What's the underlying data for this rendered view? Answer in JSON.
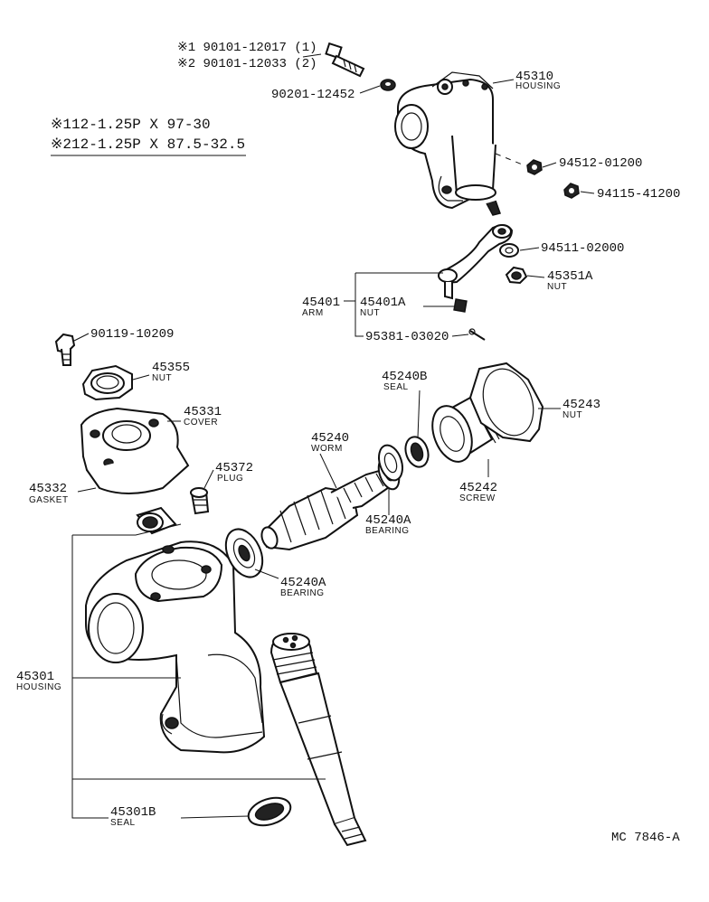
{
  "notes": {
    "bolt_line1": "※1 90101-12017 (1)",
    "bolt_line2": "※2 90101-12033 (2)",
    "spec1": "※112-1.25P X 97-30",
    "spec2": "※212-1.25P X 87.5-32.5"
  },
  "labels": {
    "p90201": "90201-12452",
    "p45310": "45310",
    "p45310_sub": "HOUSING",
    "p94512": "94512-01200",
    "p94115": "94115-41200",
    "p94511": "94511-02000",
    "p45351A": "45351A",
    "p45351A_sub": "NUT",
    "p45401": "45401",
    "p45401_sub": "ARM",
    "p45401A": "45401A",
    "p45401A_sub": "NUT",
    "p95381": "95381-03020",
    "p90119": "90119-10209",
    "p45355": "45355",
    "p45355_sub": "NUT",
    "p45331": "45331",
    "p45331_sub": "COVER",
    "p45372": "45372",
    "p45372_sub": "PLUG",
    "p45332": "45332",
    "p45332_sub": "GASKET",
    "p45240": "45240",
    "p45240_sub": "WORM",
    "p45240B": "45240B",
    "p45240B_sub": "SEAL",
    "p45243": "45243",
    "p45243_sub": "NUT",
    "p45242": "45242",
    "p45242_sub": "SCREW",
    "p45240A_1": "45240A",
    "p45240A_1_sub": "BEARING",
    "p45240A_2": "45240A",
    "p45240A_2_sub": "BEARING",
    "p45301": "45301",
    "p45301_sub": "HOUSING",
    "p45301B": "45301B",
    "p45301B_sub": "SEAL",
    "diagram_code": "MC 7846-A"
  }
}
